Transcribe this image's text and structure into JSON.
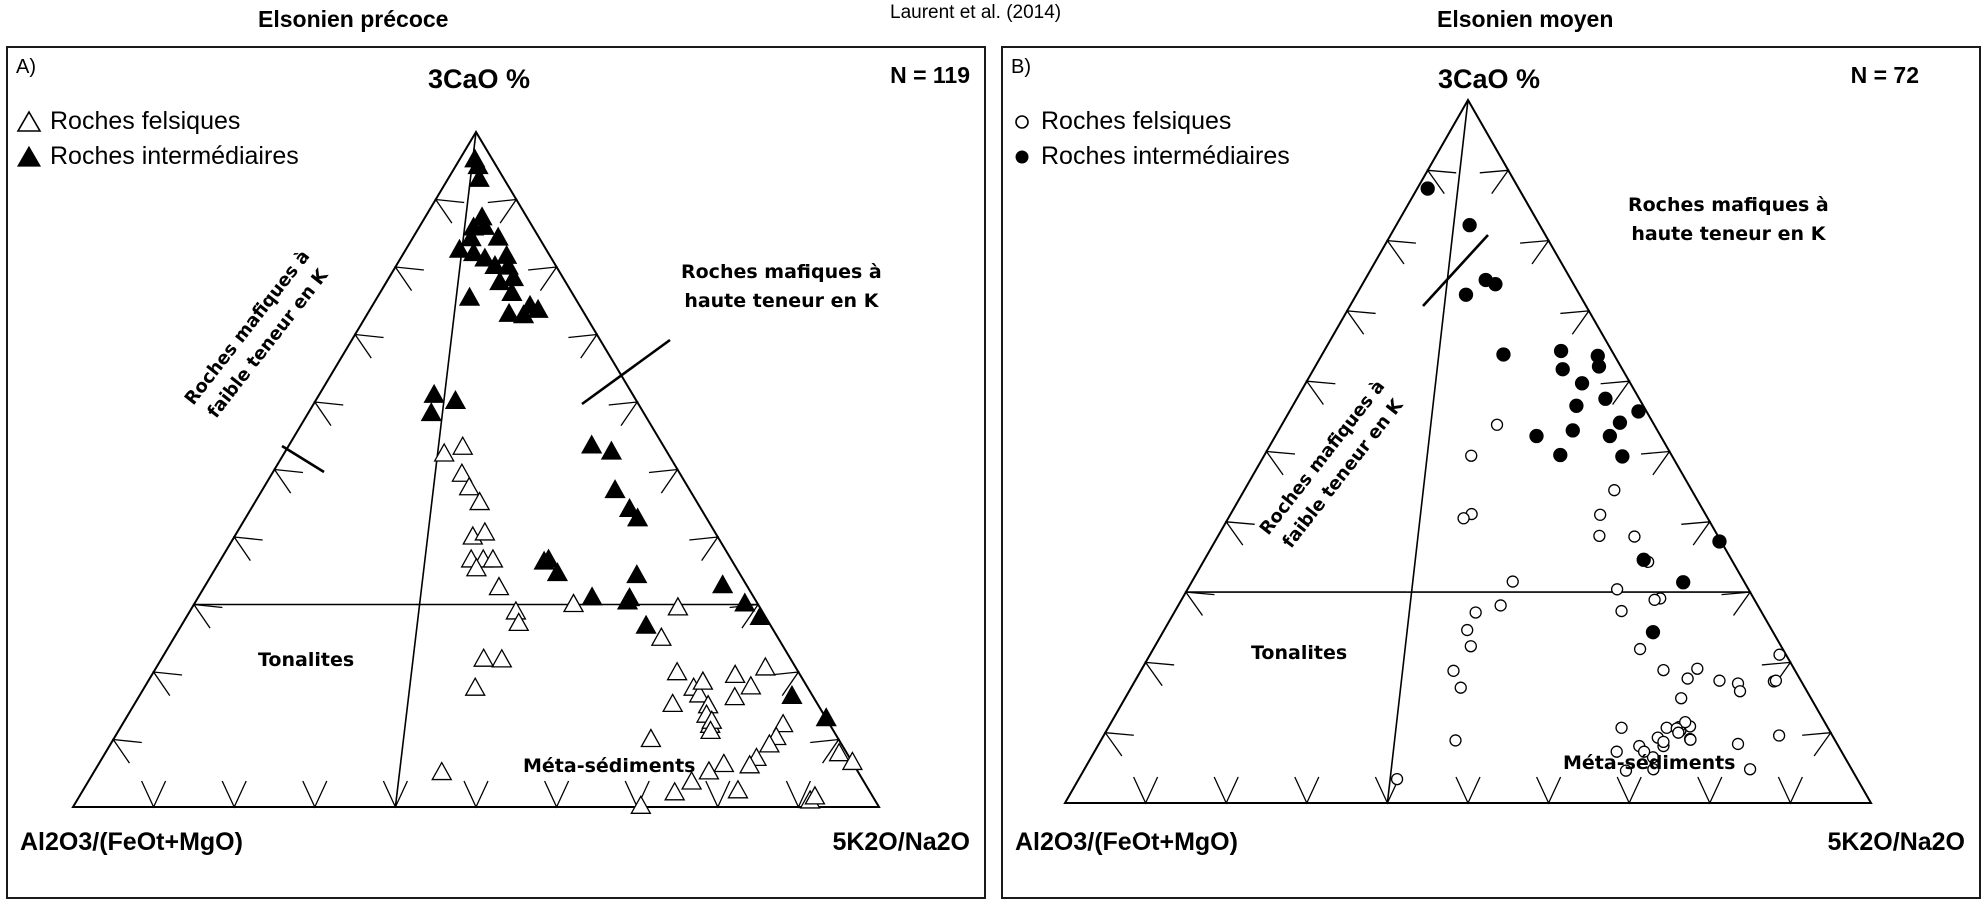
{
  "citation": "Laurent et al. (2014)",
  "colors": {
    "ink": "#000000",
    "frame": "#1a1a1a",
    "fill_open": "#ffffff"
  },
  "panels": [
    {
      "title": "Elsonien précoce",
      "label": "A)",
      "n_label": "N = 119",
      "apex_label": "3CaO %",
      "left_label": "Al2O3/(FeOt+MgO)",
      "right_label": "5K2O/Na2O",
      "legend": [
        {
          "label": "Roches felsiques",
          "marker": "open-triangle-icon"
        },
        {
          "label": "Roches intermédiaires",
          "marker": "filled-triangle-icon"
        }
      ],
      "regions": {
        "high_k_line1": "Roches mafiques à",
        "high_k_line2": "haute teneur en K",
        "low_k_line1": "Roches mafiques à",
        "low_k_line2": "faible teneur en K",
        "tonalites": "Tonalites",
        "meta": "Méta-sédiments"
      }
    },
    {
      "title": "Elsonien moyen",
      "label": "B)",
      "n_label": "N = 72",
      "apex_label": "3CaO %",
      "left_label": "Al2O3/(FeOt+MgO)",
      "right_label": "5K2O/Na2O",
      "legend": [
        {
          "label": "Roches felsiques",
          "marker": "open-circle-icon"
        },
        {
          "label": "Roches intermédiaires",
          "marker": "filled-circle-icon"
        }
      ],
      "regions": {
        "high_k_line1": "Roches mafiques à",
        "high_k_line2": "haute teneur en K",
        "low_k_line1": "Roches mafiques à",
        "low_k_line2": "faible teneur en K",
        "tonalites": "Tonalites",
        "meta": "Méta-sédiments"
      }
    }
  ],
  "chart_data": [
    {
      "type": "scatter",
      "subtype": "ternary",
      "title": "Elsonien précoce",
      "n": 119,
      "axes": {
        "top": "3CaO %",
        "left": "Al2O3/(FeOt+MgO)",
        "right": "5K2O/Na2O"
      },
      "coordinates": "ternary fractions [top, left, right]",
      "series": [
        {
          "name": "Roches felsiques",
          "marker": "open-triangle",
          "points": [
            [
              0.533,
              0.25,
              0.217
            ],
            [
              0.523,
              0.278,
              0.199
            ],
            [
              0.493,
              0.271,
              0.236
            ],
            [
              0.473,
              0.272,
              0.255
            ],
            [
              0.451,
              0.27,
              0.279
            ],
            [
              0.4,
              0.304,
              0.296
            ],
            [
              0.366,
              0.323,
              0.311
            ],
            [
              0.366,
              0.308,
              0.326
            ],
            [
              0.366,
              0.296,
              0.338
            ],
            [
              0.353,
              0.323,
              0.324
            ],
            [
              0.325,
              0.309,
              0.366
            ],
            [
              0.289,
              0.306,
              0.405
            ],
            [
              0.272,
              0.311,
              0.417
            ],
            [
              0.218,
              0.359,
              0.423
            ],
            [
              0.219,
              0.381,
              0.4
            ],
            [
              0.176,
              0.413,
              0.411
            ],
            [
              0.051,
              0.517,
              0.432
            ],
            [
              0.295,
              0.102,
              0.603
            ],
            [
              0.199,
              0.151,
              0.65
            ],
            [
              0.176,
              0.142,
              0.682
            ],
            [
              0.166,
              0.14,
              0.694
            ],
            [
              0.15,
              0.137,
              0.713
            ],
            [
              0.136,
              0.146,
              0.718
            ],
            [
              0.121,
              0.149,
              0.73
            ],
            [
              0.127,
              0.144,
              0.729
            ],
            [
              0.112,
              0.153,
              0.735
            ],
            [
              0.195,
              0.081,
              0.724
            ],
            [
              0.178,
              0.07,
              0.752
            ],
            [
              0.206,
              0.038,
              0.756
            ],
            [
              0.024,
              0.163,
              0.813
            ],
            [
              0.009,
              0.081,
              0.91
            ],
            [
              0.079,
              0.01,
              0.911
            ],
            [
              0.066,
              0.0,
              0.934
            ],
            [
              0.122,
              0.058,
              0.82
            ],
            [
              0.103,
              0.076,
              0.821
            ],
            [
              0.092,
              0.09,
              0.818
            ],
            [
              0.072,
              0.116,
              0.812
            ],
            [
              0.061,
              0.13,
              0.809
            ],
            [
              0.063,
              0.161,
              0.776
            ],
            [
              0.052,
              0.185,
              0.763
            ],
            [
              0.037,
              0.214,
              0.749
            ],
            [
              0.021,
              0.243,
              0.736
            ],
            [
              0.001,
              0.295,
              0.704
            ],
            [
              0.152,
              0.18,
              0.668
            ],
            [
              0.1,
              0.233,
              0.667
            ],
            [
              0.162,
              0.098,
              0.74
            ],
            [
              0.3,
              0.229,
              0.471
            ],
            [
              0.406,
              0.286,
              0.308
            ],
            [
              0.25,
              0.145,
              0.605
            ],
            [
              0.185,
              0.126,
              0.689
            ],
            [
              0.015,
              0.072,
              0.913
            ]
          ]
        },
        {
          "name": "Roches intermédiaires",
          "marker": "filled-triangle",
          "points": [
            [
              0.959,
              0.022,
              0.019
            ],
            [
              0.949,
              0.023,
              0.028
            ],
            [
              0.93,
              0.031,
              0.039
            ],
            [
              0.873,
              0.056,
              0.071
            ],
            [
              0.858,
              0.074,
              0.068
            ],
            [
              0.859,
              0.06,
              0.081
            ],
            [
              0.842,
              0.085,
              0.073
            ],
            [
              0.843,
              0.051,
              0.106
            ],
            [
              0.82,
              0.093,
              0.087
            ],
            [
              0.812,
              0.083,
              0.105
            ],
            [
              0.816,
              0.054,
              0.13
            ],
            [
              0.801,
              0.076,
              0.123
            ],
            [
              0.8,
              0.06,
              0.14
            ],
            [
              0.777,
              0.082,
              0.141
            ],
            [
              0.783,
              0.062,
              0.155
            ],
            [
              0.754,
              0.131,
              0.115
            ],
            [
              0.73,
              0.094,
              0.176
            ],
            [
              0.728,
              0.077,
              0.195
            ],
            [
              0.761,
              0.075,
              0.164
            ],
            [
              0.742,
              0.062,
              0.196
            ],
            [
              0.736,
              0.055,
              0.209
            ],
            [
              0.825,
              0.108,
              0.067
            ],
            [
              0.61,
              0.247,
              0.143
            ],
            [
              0.601,
              0.225,
              0.174
            ],
            [
              0.583,
              0.264,
              0.153
            ],
            [
              0.535,
              0.089,
              0.376
            ],
            [
              0.526,
              0.069,
              0.405
            ],
            [
              0.469,
              0.093,
              0.438
            ],
            [
              0.441,
              0.089,
              0.47
            ],
            [
              0.427,
              0.086,
              0.487
            ],
            [
              0.363,
              0.234,
              0.403
            ],
            [
              0.366,
              0.227,
              0.407
            ],
            [
              0.346,
              0.226,
              0.428
            ],
            [
              0.31,
              0.201,
              0.489
            ],
            [
              0.309,
              0.155,
              0.536
            ],
            [
              0.343,
              0.129,
              0.528
            ],
            [
              0.301,
              0.016,
              0.683
            ],
            [
              0.328,
              0.03,
              0.642
            ],
            [
              0.268,
              0.155,
              0.577
            ],
            [
              0.164,
              0.026,
              0.81
            ],
            [
              0.131,
              0.0,
              0.869
            ],
            [
              0.281,
              0.007,
              0.712
            ],
            [
              0.304,
              0.16,
              0.536
            ]
          ]
        }
      ]
    },
    {
      "type": "scatter",
      "subtype": "ternary",
      "title": "Elsonien moyen",
      "n": 72,
      "axes": {
        "top": "3CaO %",
        "left": "Al2O3/(FeOt+MgO)",
        "right": "5K2O/Na2O"
      },
      "coordinates": "ternary fractions [top, left, right]",
      "series": [
        {
          "name": "Roches felsiques",
          "marker": "open-circle",
          "points": [
            [
              0.538,
              0.195,
              0.267
            ],
            [
              0.494,
              0.249,
              0.257
            ],
            [
              0.411,
              0.29,
              0.299
            ],
            [
              0.405,
              0.303,
              0.292
            ],
            [
              0.445,
              0.096,
              0.459
            ],
            [
              0.41,
              0.131,
              0.459
            ],
            [
              0.38,
              0.147,
              0.473
            ],
            [
              0.379,
              0.104,
              0.517
            ],
            [
              0.343,
              0.105,
              0.552
            ],
            [
              0.304,
              0.163,
              0.533
            ],
            [
              0.291,
              0.116,
              0.593
            ],
            [
              0.289,
              0.124,
              0.587
            ],
            [
              0.273,
              0.173,
              0.554
            ],
            [
              0.219,
              0.177,
              0.604
            ],
            [
              0.315,
              0.287,
              0.398
            ],
            [
              0.281,
              0.319,
              0.4
            ],
            [
              0.271,
              0.355,
              0.374
            ],
            [
              0.246,
              0.378,
              0.376
            ],
            [
              0.223,
              0.385,
              0.392
            ],
            [
              0.188,
              0.424,
              0.388
            ],
            [
              0.164,
              0.427,
              0.409
            ],
            [
              0.089,
              0.471,
              0.44
            ],
            [
              0.034,
              0.571,
              0.395
            ],
            [
              0.211,
              0.008,
              0.781
            ],
            [
              0.173,
              0.034,
              0.793
            ],
            [
              0.17,
              0.08,
              0.75
            ],
            [
              0.159,
              0.083,
              0.758
            ],
            [
              0.174,
              0.101,
              0.725
            ],
            [
              0.191,
              0.12,
              0.689
            ],
            [
              0.177,
              0.139,
              0.684
            ],
            [
              0.189,
              0.163,
              0.648
            ],
            [
              0.149,
              0.161,
              0.69
            ],
            [
              0.109,
              0.17,
              0.721
            ],
            [
              0.091,
              0.179,
              0.73
            ],
            [
              0.084,
              0.123,
              0.793
            ],
            [
              0.096,
              0.066,
              0.838
            ],
            [
              0.048,
              0.126,
              0.826
            ],
            [
              0.174,
              0.031,
              0.795
            ],
            [
              0.107,
              0.2,
              0.693
            ],
            [
              0.065,
              0.238,
              0.697
            ],
            [
              0.107,
              0.256,
              0.637
            ],
            [
              0.103,
              0.185,
              0.712
            ],
            [
              0.09,
              0.179,
              0.731
            ],
            [
              0.048,
              0.246,
              0.706
            ],
            [
              0.093,
              0.218,
              0.689
            ],
            [
              0.108,
              0.184,
              0.708
            ],
            [
              0.081,
              0.247,
              0.672
            ],
            [
              0.073,
              0.245,
              0.682
            ],
            [
              0.073,
              0.279,
              0.648
            ],
            [
              0.046,
              0.281,
              0.673
            ],
            [
              0.115,
              0.173,
              0.712
            ],
            [
              0.081,
              0.217,
              0.702
            ],
            [
              0.106,
              0.188,
              0.706
            ],
            [
              0.087,
              0.214,
              0.699
            ],
            [
              0.1,
              0.189,
              0.711
            ]
          ]
        },
        {
          "name": "Roches intermédiaires",
          "marker": "filled-circle",
          "points": [
            [
              0.874,
              0.113,
              0.013
            ],
            [
              0.822,
              0.087,
              0.091
            ],
            [
              0.744,
              0.106,
              0.15
            ],
            [
              0.738,
              0.097,
              0.165
            ],
            [
              0.723,
              0.141,
              0.136
            ],
            [
              0.638,
              0.137,
              0.225
            ],
            [
              0.643,
              0.063,
              0.294
            ],
            [
              0.621,
              0.027,
              0.352
            ],
            [
              0.636,
              0.021,
              0.343
            ],
            [
              0.617,
              0.074,
              0.309
            ],
            [
              0.597,
              0.06,
              0.343
            ],
            [
              0.575,
              0.042,
              0.383
            ],
            [
              0.565,
              0.083,
              0.352
            ],
            [
              0.557,
              0.01,
              0.433
            ],
            [
              0.541,
              0.041,
              0.418
            ],
            [
              0.522,
              0.154,
              0.324
            ],
            [
              0.493,
              0.062,
              0.445
            ],
            [
              0.522,
              0.063,
              0.415
            ],
            [
              0.53,
              0.105,
              0.365
            ],
            [
              0.495,
              0.138,
              0.367
            ],
            [
              0.372,
              0.002,
              0.626
            ],
            [
              0.346,
              0.109,
              0.545
            ],
            [
              0.314,
              0.076,
              0.61
            ],
            [
              0.243,
              0.149,
              0.608
            ]
          ]
        }
      ]
    }
  ]
}
